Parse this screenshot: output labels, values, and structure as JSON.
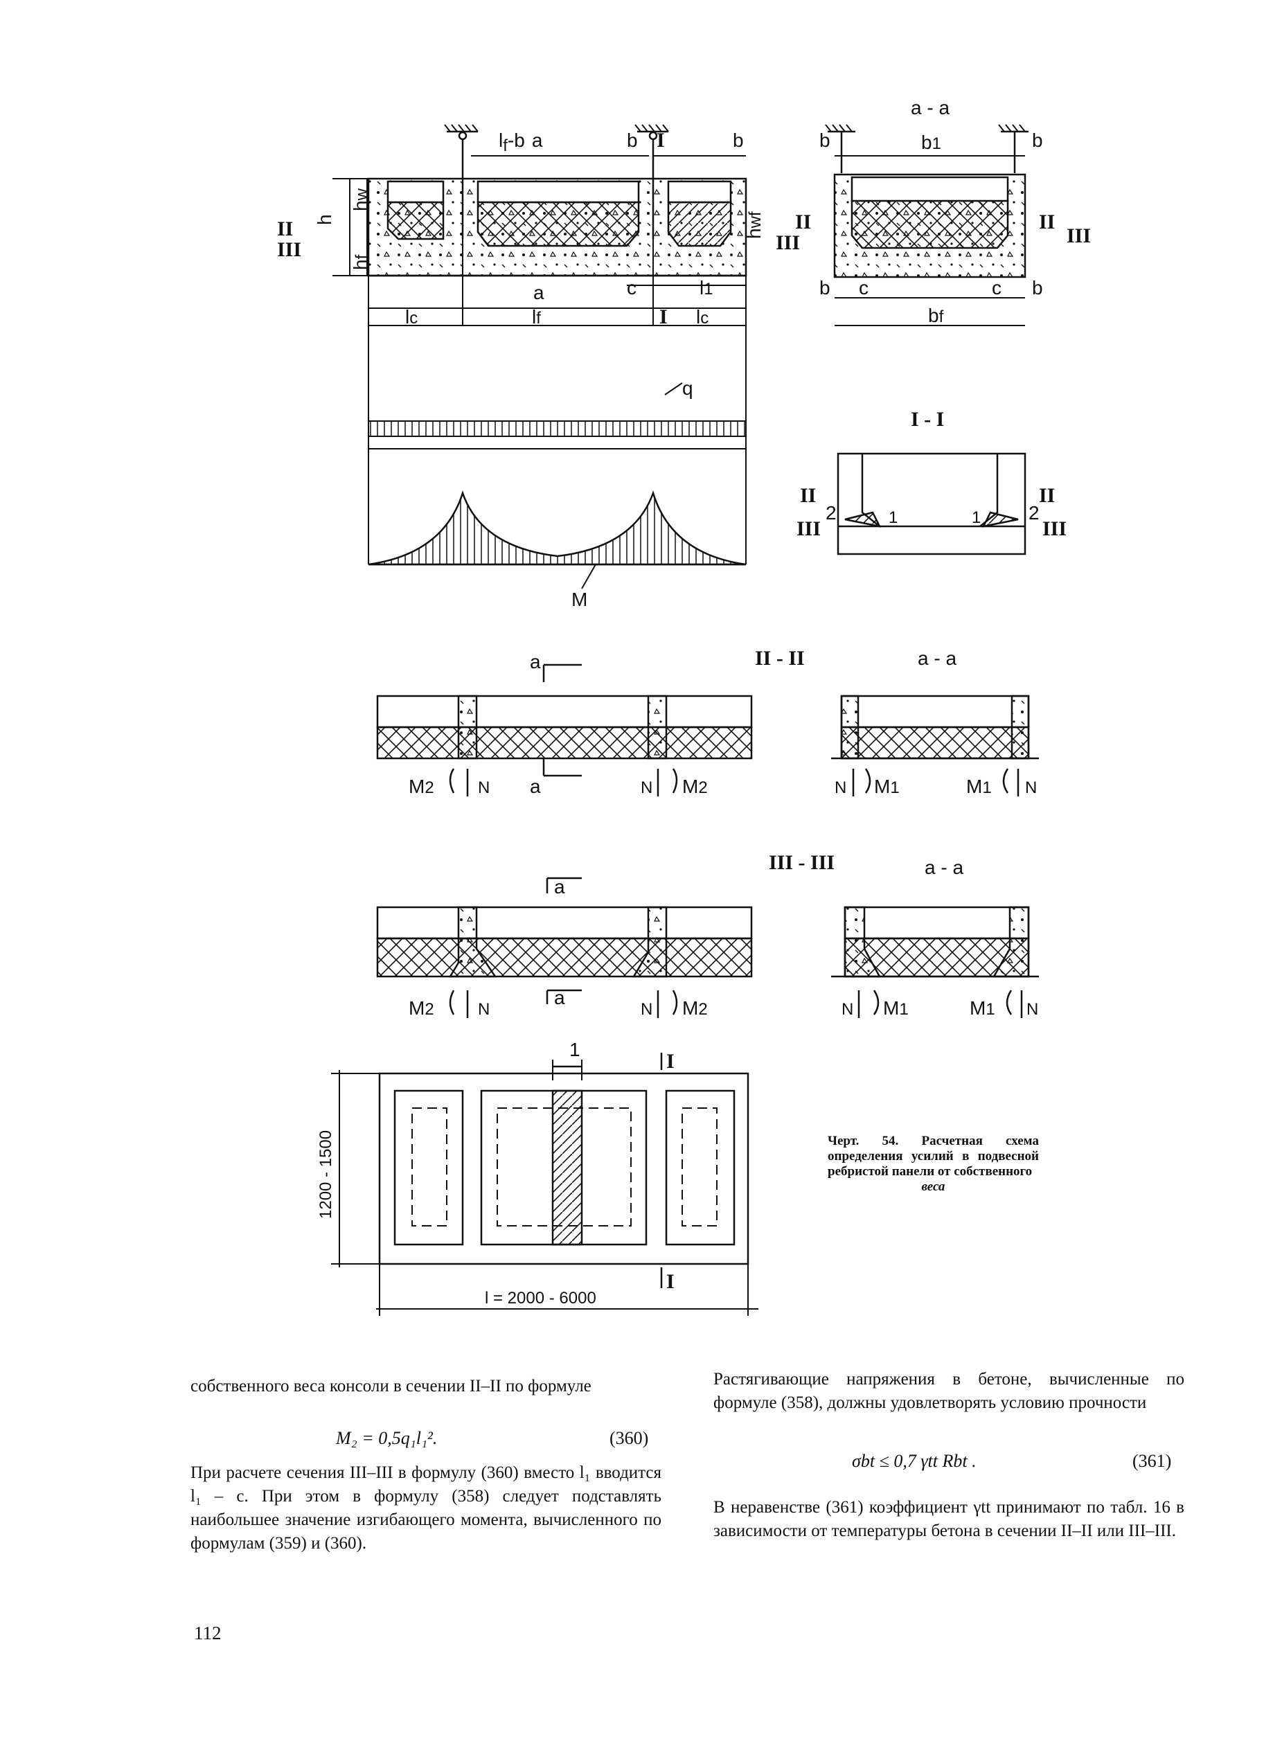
{
  "figure": {
    "labels": {
      "lf_b": "l",
      "lf_b_sub": "f",
      "lf_b_tail": "-b",
      "a": "a",
      "b": "b",
      "h": "h",
      "hw": "h",
      "hw_sub": "w",
      "hf": "h",
      "hf_sub": "f",
      "hwf": "h",
      "hwf_sub": "wf",
      "c": "c",
      "l1": "l",
      "l1_sub": "1",
      "lc": "l",
      "lc_sub": "c",
      "lf": "l",
      "lf_sub": "f",
      "q": "q",
      "M": "M",
      "bf_main": "b",
      "bf_sub": "f",
      "b1": "b",
      "b1_sub": "1",
      "N": "N",
      "M1": "M",
      "M1_sub": "1",
      "M2": "M",
      "M2_sub": "2",
      "one": "1",
      "two": "2",
      "width_range": "1200 - 1500",
      "length_range": "l = 2000 - 6000"
    },
    "section_titles": {
      "aa": "a - a",
      "I": "I - I",
      "II": "II - II",
      "III": "III - III"
    },
    "roman": {
      "I": "I",
      "II": "II",
      "III": "III"
    }
  },
  "caption": {
    "text": "Черт. 54. Расчетная схема определения усилий в подвесной ребристой панели от собственного",
    "last": "веса"
  },
  "left_column": {
    "para1": "собственного веса консоли в сечении II–II по формуле",
    "formula": "M₂ = 0,5q₁l₁².",
    "formula_num": "(360)",
    "para2": "При расчете сечения III–III в формулу (360) вместо l₁ вводится l₁ – c. При этом в формулу (358) следует подставлять наибольшее значение изгибающего момента, вычисленного по формулам (359) и (360)."
  },
  "right_column": {
    "para1": "Растягивающие напряжения в бетоне, вычисленные по формуле (358), должны удовлетворять условию прочности",
    "formula": "σbt ≤ 0,7 γtt Rbt .",
    "formula_num": "(361)",
    "para2": "В неравенстве (361) коэффициент γtt принимают по табл. 16 в зависимости от температуры бетона в сечении II–II или III–III."
  },
  "page_number": "112"
}
